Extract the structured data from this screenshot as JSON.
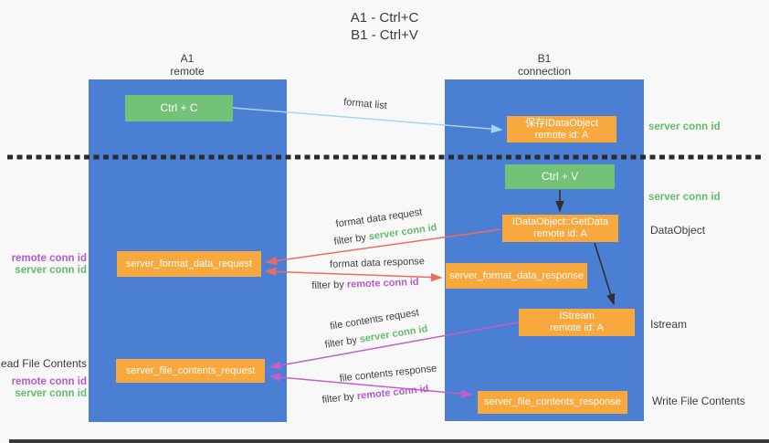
{
  "title": {
    "line1": "A1 - Ctrl+C",
    "line2": "B1 - Ctrl+V"
  },
  "lanes": {
    "a1": {
      "name": "A1",
      "role": "remote"
    },
    "b1": {
      "name": "B1",
      "role": "connection"
    }
  },
  "boxes": {
    "ctrl_c": "Ctrl + C",
    "ctrl_v": "Ctrl + V",
    "save_dataobject": {
      "line1": "保存IDataObject",
      "line2": "remote id: A"
    },
    "getdata": {
      "line1": "IDataObject::GetData",
      "line2": "remote id: A"
    },
    "istream": {
      "line1": "IStream",
      "line2": "remote id: A"
    },
    "format_request": "server_format_data_request",
    "format_response": "server_format_data_response",
    "file_request": "server_file_contents_request",
    "file_response": "server_file_contents_response"
  },
  "arrow_labels": {
    "format_list": "format list",
    "format_data_request": "format data request",
    "format_data_response": "format data response",
    "file_contents_request": "file contents request",
    "file_contents_response": "file contents response",
    "filter_server_1": {
      "prefix": "filter by ",
      "value": "server conn id"
    },
    "filter_remote_1": {
      "prefix": "filter by ",
      "value": "remote conn id"
    },
    "filter_server_2": {
      "prefix": "filter by ",
      "value": "server conn id"
    },
    "filter_remote_2": {
      "prefix": "filter by ",
      "value": "remote conn id"
    }
  },
  "side_labels": {
    "right": {
      "server_conn_1": "server conn id",
      "server_conn_2": "server conn id",
      "dataobject": "DataObject",
      "istream": "Istream",
      "write_file": "Write File Contents"
    },
    "left": {
      "remote_conn_1": "remote conn id",
      "server_conn_1": "server conn id",
      "read_file": "Read File Contents",
      "remote_conn_2": "remote conn id",
      "server_conn_2": "server conn id"
    }
  },
  "colors": {
    "lane_blue": "#4a7fd4",
    "box_green": "#74c277",
    "box_orange": "#f8a83c",
    "arrow_light_blue": "#a8d4f0",
    "arrow_red": "#ed6c60",
    "arrow_purple": "#c45fc9",
    "arrow_black": "#2f2f2f",
    "text_green": "#64bd6a",
    "text_purple": "#b45bc8",
    "background": "#f8f8f9"
  }
}
